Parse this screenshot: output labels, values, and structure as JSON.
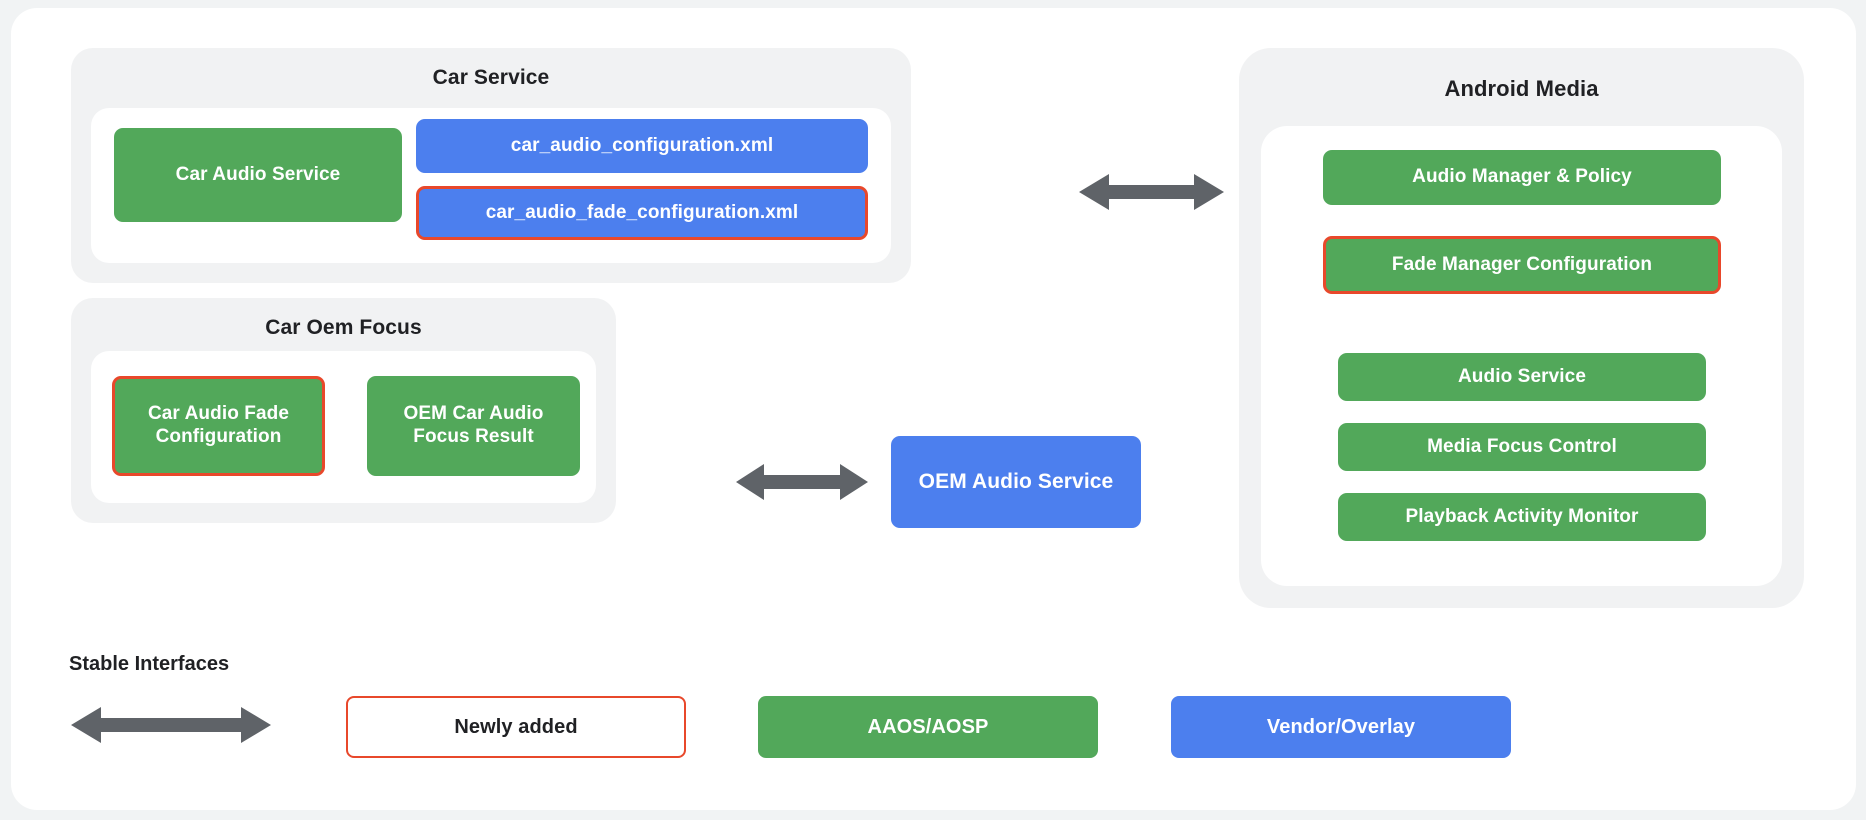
{
  "diagram": {
    "background_color": "#F1F3F4",
    "card_color": "#FFFFFF",
    "panel_color": "#F1F2F3",
    "green_color": "#52A85A",
    "blue_color": "#4C7FEE",
    "highlight_color": "#E8482B",
    "arrow_color": "#5F6368"
  },
  "car_service": {
    "title": "Car Service",
    "nodes": {
      "car_audio_service": "Car Audio Service",
      "car_audio_configuration": "car_audio_configuration.xml",
      "car_audio_fade_configuration": "car_audio_fade_configuration.xml"
    }
  },
  "car_oem_focus": {
    "title": "Car Oem Focus",
    "nodes": {
      "car_audio_fade_configuration": "Car Audio Fade Configuration",
      "oem_car_audio_focus_result": "OEM Car Audio Focus Result"
    }
  },
  "oem_audio_service": {
    "label": "OEM Audio Service"
  },
  "android_media": {
    "title": "Android Media",
    "nodes": {
      "audio_manager_policy": "Audio Manager & Policy",
      "fade_manager_configuration": "Fade Manager Configuration",
      "audio_service": "Audio Service",
      "media_focus_control": "Media Focus Control",
      "playback_activity_monitor": "Playback Activity Monitor"
    }
  },
  "legend": {
    "stable_interfaces": "Stable Interfaces",
    "newly_added": "Newly added",
    "aaos_aosp": "AAOS/AOSP",
    "vendor_overlay": "Vendor/Overlay"
  }
}
